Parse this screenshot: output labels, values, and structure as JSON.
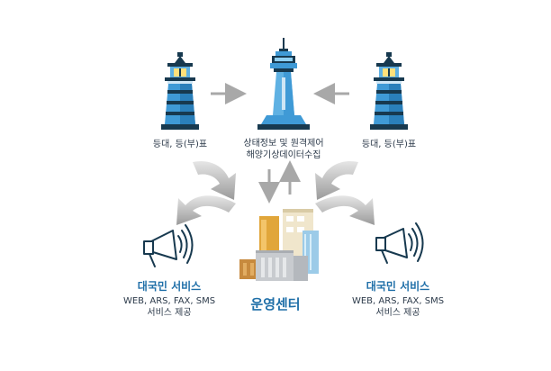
{
  "diagram": {
    "left_lighthouse": {
      "label": "등대, 등(부)표"
    },
    "right_lighthouse": {
      "label": "등대, 등(부)표"
    },
    "center_tower": {
      "line1": "상태정보 및 원격제어",
      "line2": "해양기상데이터수집"
    },
    "operation_center": {
      "label": "운영센터"
    },
    "left_service": {
      "title": "대국민 서비스",
      "desc1": "WEB, ARS, FAX, SMS",
      "desc2": "서비스 제공"
    },
    "right_service": {
      "title": "대국민 서비스",
      "desc1": "WEB, ARS, FAX, SMS",
      "desc2": "서비스 제공"
    },
    "colors": {
      "accent_blue": "#1f6fa8",
      "lighthouse_blue": "#3f9ad6",
      "lighthouse_dark": "#17394f",
      "arrow_gray": "#b3b3b3",
      "building_yellow": "#e1a63a",
      "building_tan": "#f0e6cc",
      "building_gray": "#c8cbcf",
      "building_blue": "#9ccbe8"
    }
  }
}
